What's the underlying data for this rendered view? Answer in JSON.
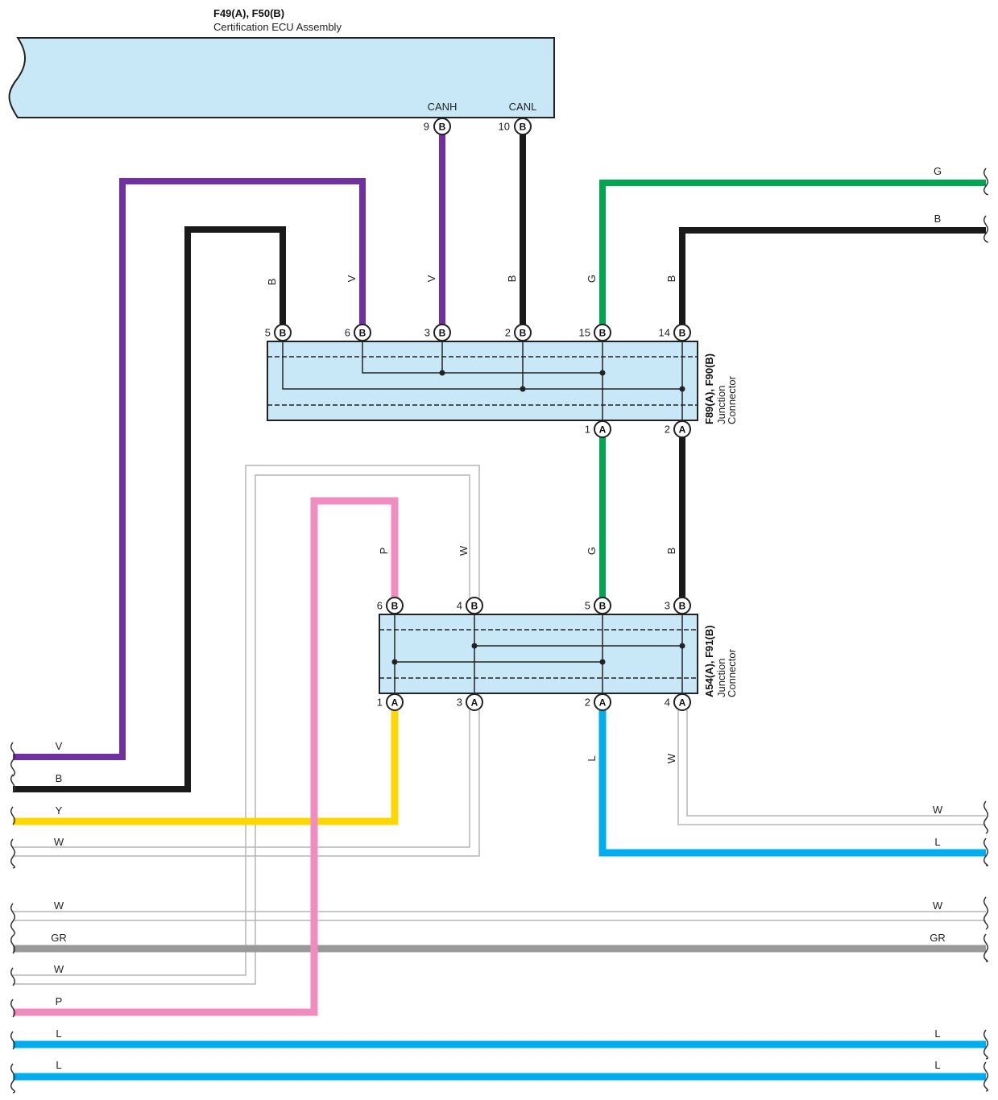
{
  "colors": {
    "violet": "#7030a0",
    "black": "#1a1a1a",
    "green": "#00a651",
    "yellow": "#ffd700",
    "white_wire": "#c8c8c8",
    "gray": "#999999",
    "pink": "#f08cc0",
    "blue": "#00aeef",
    "component_fill": "#c8e8f8"
  },
  "ecu": {
    "code": "F49(A), F50(B)",
    "name": "Certification ECU Assembly",
    "pins": [
      {
        "num": "9",
        "conn": "B",
        "signal": "CANH"
      },
      {
        "num": "10",
        "conn": "B",
        "signal": "CANL"
      }
    ]
  },
  "junction1": {
    "code": "F89(A), F90(B)",
    "name_line1": "Junction",
    "name_line2": "Connector",
    "top_pins": [
      {
        "num": "5",
        "conn": "B",
        "wire": "B"
      },
      {
        "num": "6",
        "conn": "B",
        "wire": "V"
      },
      {
        "num": "3",
        "conn": "B",
        "wire": "V"
      },
      {
        "num": "2",
        "conn": "B",
        "wire": "B"
      },
      {
        "num": "15",
        "conn": "B",
        "wire": "G"
      },
      {
        "num": "14",
        "conn": "B",
        "wire": "B"
      }
    ],
    "bottom_pins": [
      {
        "num": "1",
        "conn": "A"
      },
      {
        "num": "2",
        "conn": "A"
      }
    ]
  },
  "junction2": {
    "code": "A54(A), F91(B)",
    "name_line1": "Junction",
    "name_line2": "Connector",
    "top_pins": [
      {
        "num": "6",
        "conn": "B",
        "wire": "P"
      },
      {
        "num": "4",
        "conn": "B",
        "wire": "W"
      },
      {
        "num": "5",
        "conn": "B",
        "wire": "G"
      },
      {
        "num": "3",
        "conn": "B",
        "wire": "B"
      }
    ],
    "bottom_pins": [
      {
        "num": "1",
        "conn": "A"
      },
      {
        "num": "3",
        "conn": "A"
      },
      {
        "num": "2",
        "conn": "A",
        "wire": "L"
      },
      {
        "num": "4",
        "conn": "A",
        "wire": "W"
      }
    ]
  },
  "left_wires": [
    "V",
    "B",
    "Y",
    "W",
    "W",
    "GR",
    "W",
    "P",
    "L",
    "L"
  ],
  "right_wires": [
    "G",
    "B",
    "W",
    "L",
    "W",
    "GR",
    "L",
    "L"
  ]
}
